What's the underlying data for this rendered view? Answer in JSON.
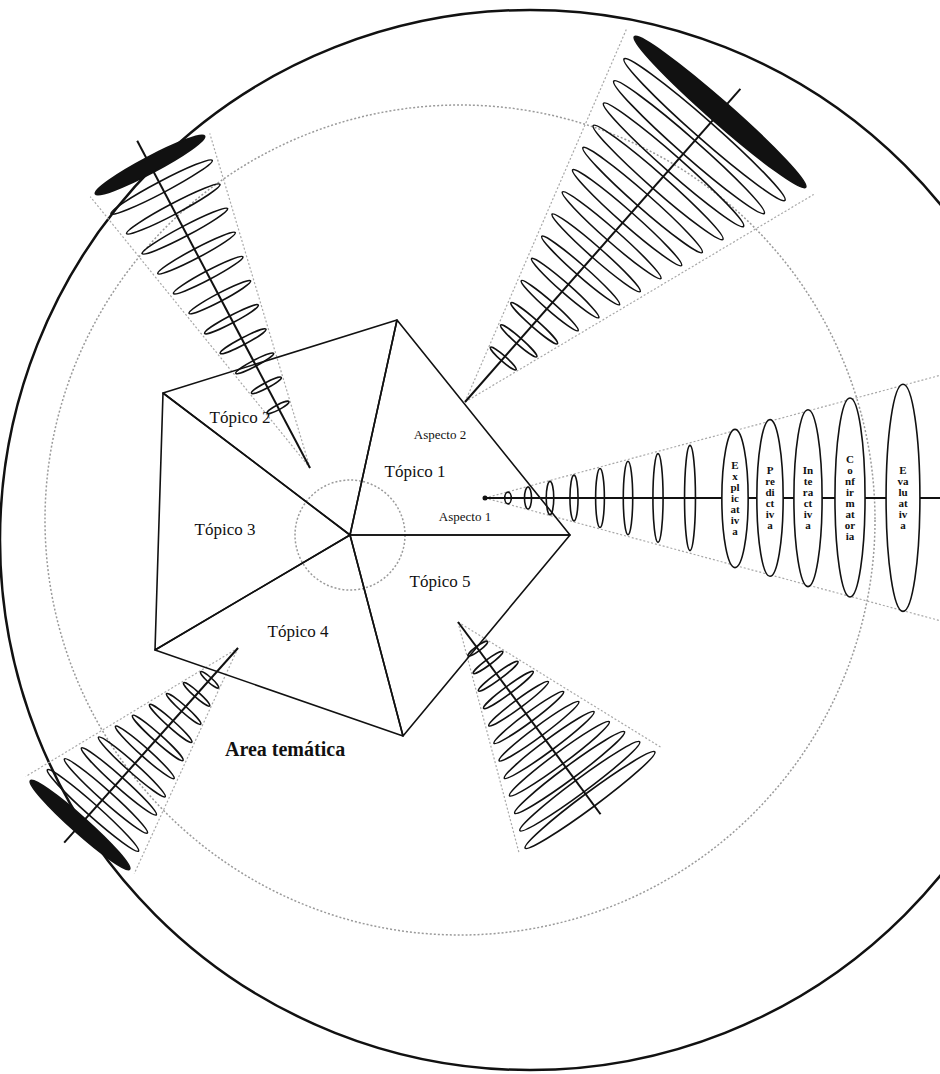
{
  "diagram": {
    "nodes": [
      {
        "text": [
          "Tópico 1",
          "Aspecto 2",
          "Aspecto 1"
        ]
      },
      {
        "text": [
          "Tópico 2"
        ]
      },
      {
        "text": [
          "Tópico 3"
        ]
      },
      {
        "text": [
          "Tópico 4"
        ]
      },
      {
        "text": [
          "Tópico 5"
        ]
      },
      {
        "text": [
          "Explicativa"
        ]
      },
      {
        "text": [
          "Predictiva"
        ]
      },
      {
        "text": [
          "Interactiva"
        ]
      },
      {
        "text": [
          "Confirmatoria"
        ]
      },
      {
        "text": [
          "Evaluativa"
        ]
      }
    ],
    "labels": [
      "Area temática"
    ]
  }
}
